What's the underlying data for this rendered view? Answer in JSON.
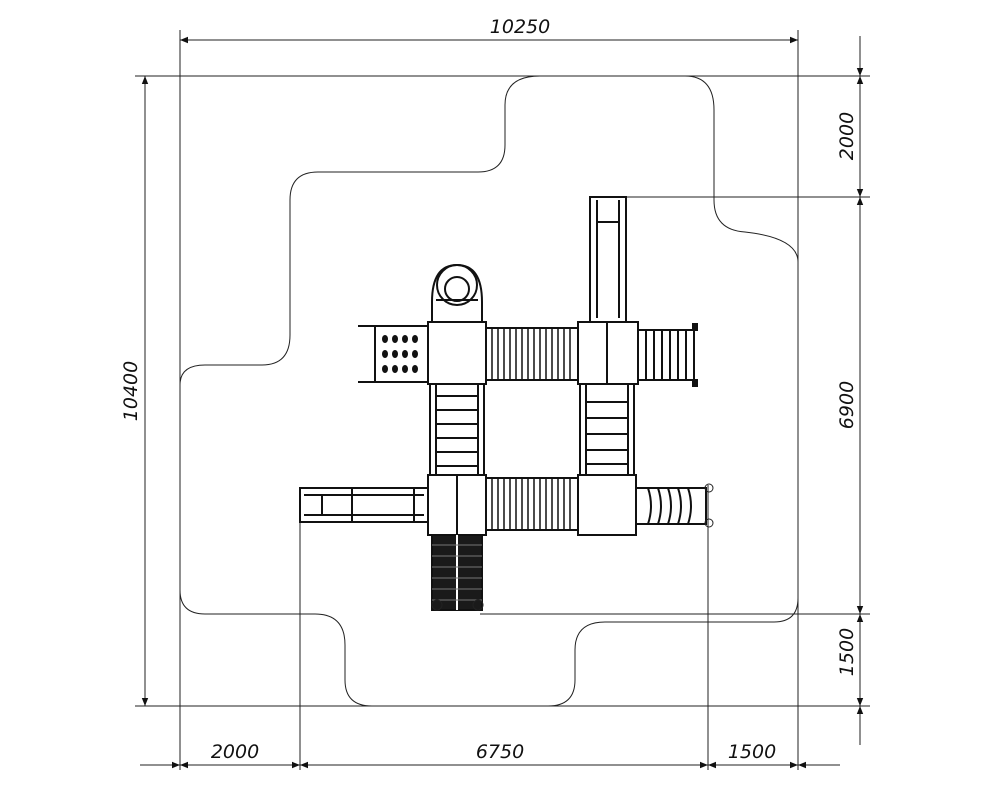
{
  "dimensions": {
    "top_total": "10250",
    "left_total": "10400",
    "right_top": "2000",
    "right_middle": "6900",
    "right_bottom": "1500",
    "bottom_left": "2000",
    "bottom_middle": "6750",
    "bottom_right": "1500"
  },
  "colors": {
    "line": "#111111",
    "background": "#ffffff"
  }
}
